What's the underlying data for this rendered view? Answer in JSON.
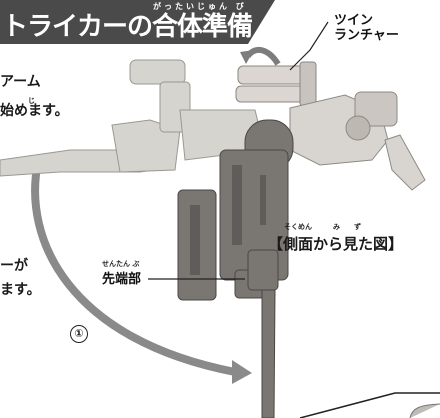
{
  "banner": {
    "title": "トライカーの合体準備",
    "ruby": "がったいじゅん び",
    "bg_color": "#4a4a4a"
  },
  "step_text": {
    "line1": "アーム",
    "line2_ruby": "じ",
    "line2": "始めます。",
    "line3": "ーが",
    "line4": "ます。"
  },
  "callouts": {
    "twin_launcher_line1": "ツイン",
    "twin_launcher_line2": "ランチャー",
    "tip_ruby": "せんたん ぶ",
    "tip": "先端部"
  },
  "side_view": {
    "ruby": "そくめん　　　み　　ず",
    "label": "【側面から見た図】"
  },
  "step_number": "①",
  "colors": {
    "robot_dark": "#7a7672",
    "robot_light": "#d6d4ce",
    "arrow": "#8a8a8a"
  }
}
